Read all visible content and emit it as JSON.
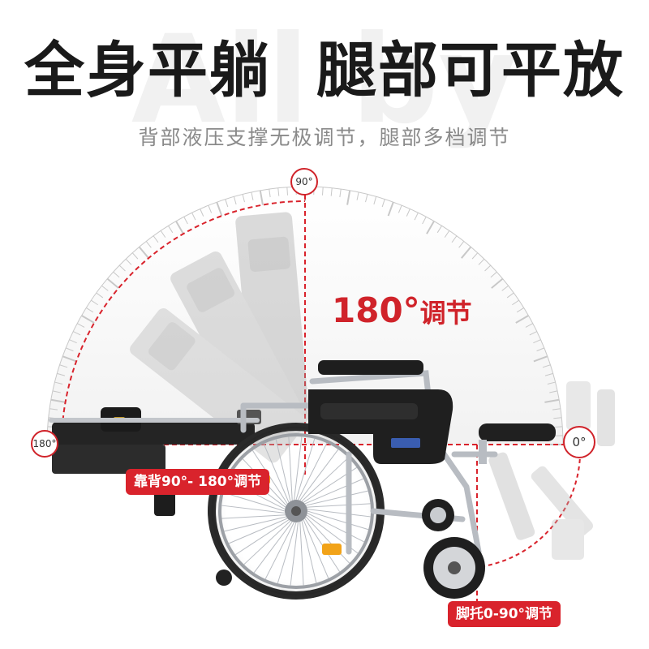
{
  "headline": {
    "left": "全身平躺",
    "right": "腿部可平放"
  },
  "subheadline": "背部液压支撑无极调节，腿部多档调节",
  "watermark": "All by",
  "angle_marks": {
    "top": "90°",
    "left": "180°",
    "right": "0°"
  },
  "center_label": {
    "number": "180°",
    "text": "调节"
  },
  "backrest_label": "靠背90°- 180°调节",
  "footrest_label": "脚托0-90°调节",
  "colors": {
    "accent": "#d9232c",
    "headline": "#1a1a1a",
    "subtext": "#8a8a8a",
    "dial": "#c8c8c8",
    "frame": "#b8bcc2",
    "seat": "#1f1f1f"
  }
}
